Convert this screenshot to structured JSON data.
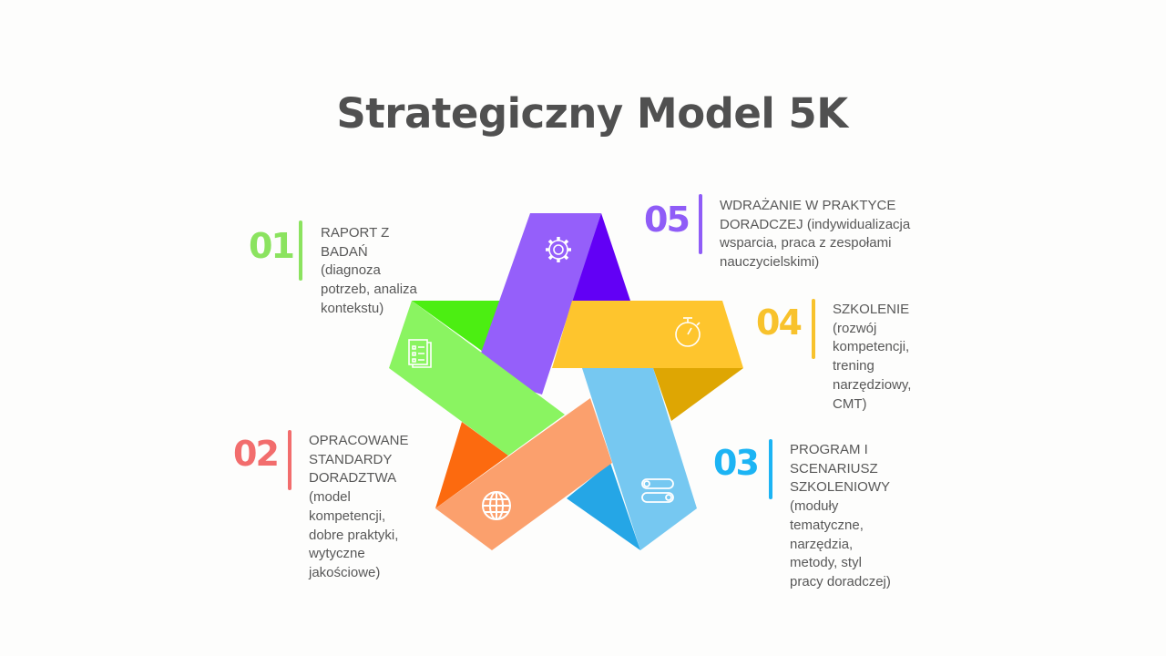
{
  "title": "Strategiczny Model 5K",
  "steps": [
    {
      "number": "01",
      "title": "RAPORT Z BADAŃ",
      "text": "RAPORT Z\nBADAŃ\n  (diagnoza\npotrzeb, analiza\nkontekstu)",
      "color": "#8be35f",
      "icon": "document-checklist-icon"
    },
    {
      "number": "02",
      "title": "OPRACOWANE STANDARDY DORADZTWA",
      "text": "OPRACOWANE\nSTANDARDY\nDORADZTWA\n  (model\nkompetencji,\ndobre praktyki,\nwytyczne\njakościowe)",
      "color": "#f26d6d",
      "icon": "globe-icon"
    },
    {
      "number": "03",
      "title": "PROGRAM I SCENARIUSZ SZKOLENIOWY",
      "text": " PROGRAM I\nSCENARIUSZ\nSZKOLENIOWY\n  (moduły\ntematyczne,\nnarzędzia,\nmetody, styl\npracy doradczej)",
      "color": "#1cb4f4",
      "icon": "toggle-switches-icon"
    },
    {
      "number": "04",
      "title": "SZKOLENIE",
      "text": "SZKOLENIE\n(rozwój\nkompetencji,\ntrening\nnarzędziowy,\nCMT)",
      "color": "#f8c22c",
      "icon": "stopwatch-icon"
    },
    {
      "number": "05",
      "title": "WDRAŻANIE W PRAKTYCE DORADCZEJ",
      "text": "WDRAŻANIE W PRAKTYCE\nDORADCZEJ (indywidualizacja\nwsparcia, praca z zespołami\nnauczycielskimi)",
      "color": "#8f5cf7",
      "icon": "gear-icon"
    }
  ]
}
